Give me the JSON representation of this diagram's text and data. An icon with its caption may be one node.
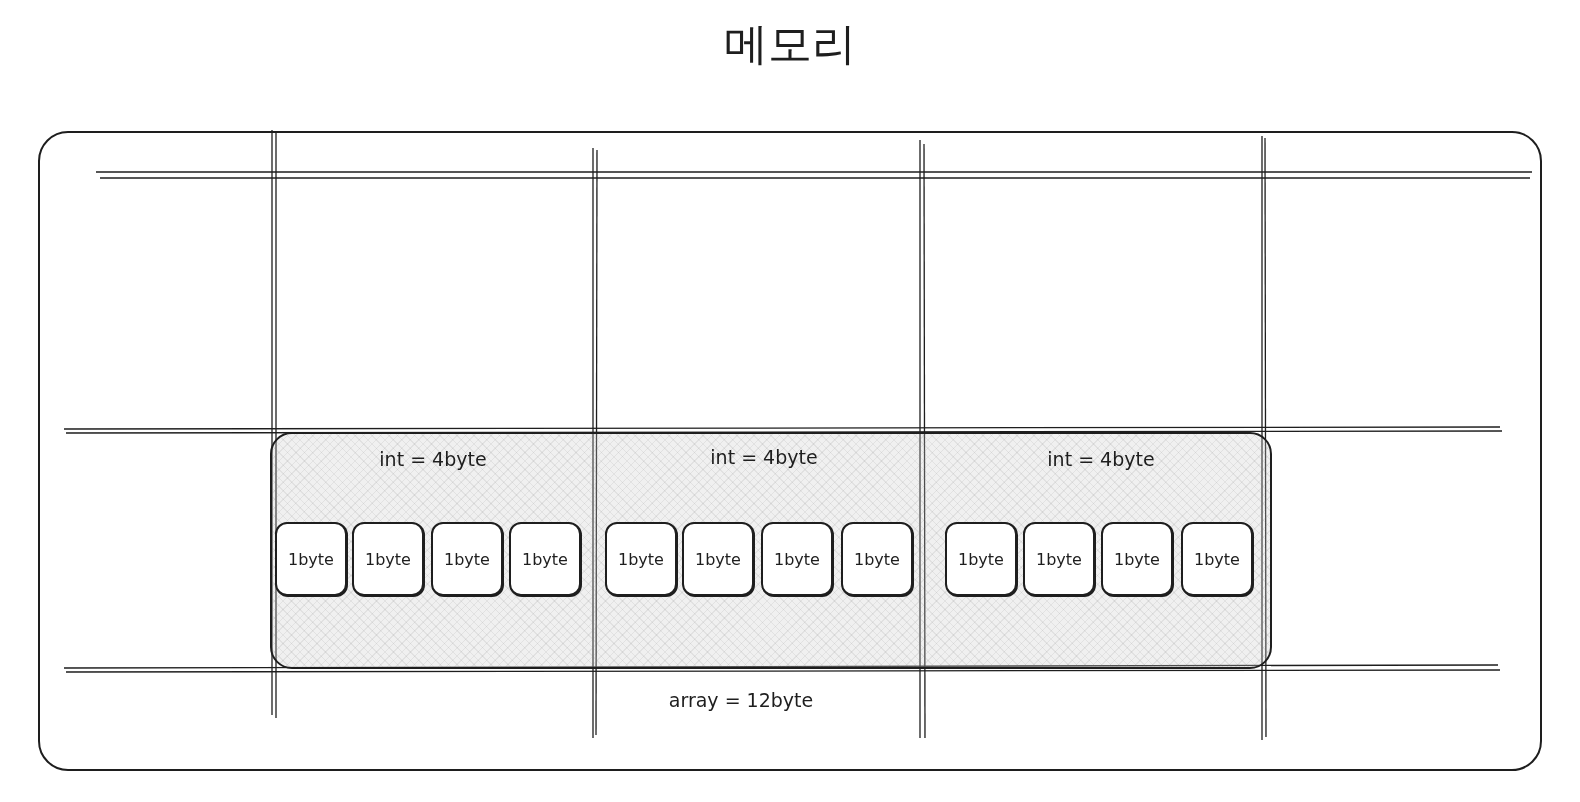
{
  "diagram": {
    "title": "메모리",
    "nodes": [
      {
        "text": [],
        "shape": "box"
      },
      {
        "text": [],
        "shape": "box",
        "in": 0,
        "beside": [
          "array = 12byte"
        ]
      },
      {
        "text": [
          "1byte"
        ],
        "in": 1
      },
      {
        "text": [
          "1byte"
        ],
        "in": 1
      },
      {
        "text": [
          "1byte"
        ],
        "in": 1
      },
      {
        "text": [
          "1byte"
        ],
        "in": 1
      },
      {
        "text": [
          "1byte"
        ],
        "in": 1
      },
      {
        "text": [
          "1byte"
        ],
        "in": 1
      },
      {
        "text": [
          "1byte"
        ],
        "in": 1
      },
      {
        "text": [
          "1byte"
        ],
        "in": 1
      },
      {
        "text": [
          "1byte"
        ],
        "in": 1
      },
      {
        "text": [
          "1byte"
        ],
        "in": 1
      },
      {
        "text": [
          "1byte"
        ],
        "in": 1
      },
      {
        "text": [
          "1byte"
        ],
        "in": 1
      }
    ],
    "edges": [],
    "labels": [
      "int = 4byte",
      "int = 4byte",
      "int = 4byte"
    ]
  }
}
